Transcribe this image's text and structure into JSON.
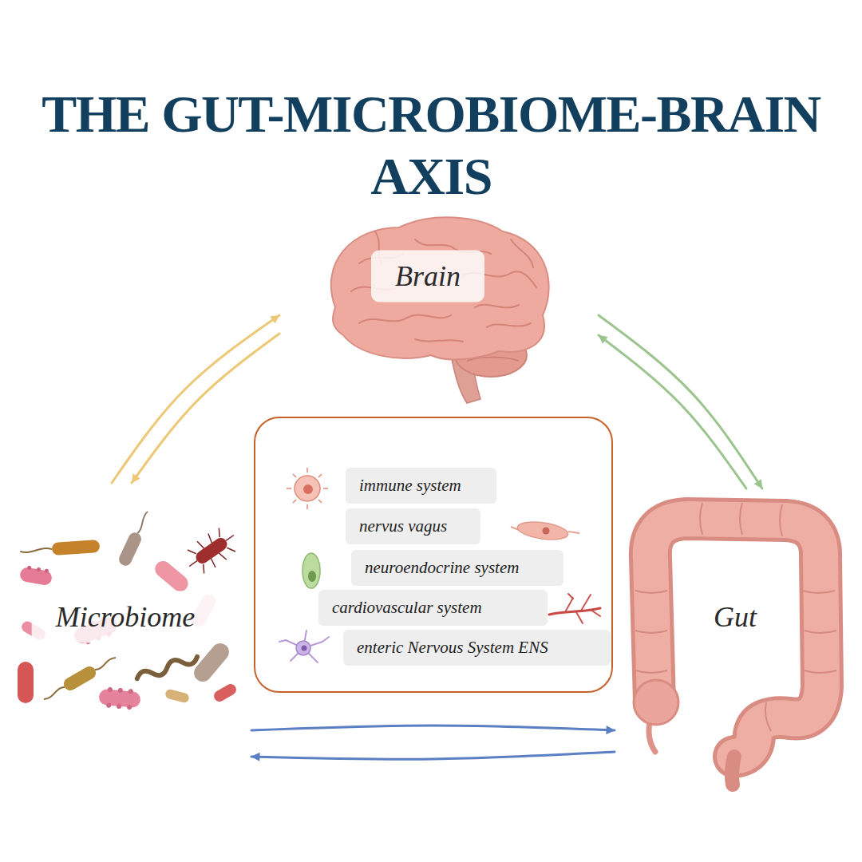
{
  "diagram": {
    "title": "THE GUT-MICROBIOME-BRAIN AXIS",
    "nodes": [
      {
        "text": [
          "Brain"
        ]
      },
      {
        "text": [
          "Microbiome"
        ]
      },
      {
        "text": [
          "Gut"
        ]
      },
      {
        "text": []
      },
      {
        "text": [
          "immune system"
        ],
        "in": 3
      },
      {
        "text": [
          "nervus vagus"
        ],
        "in": 3
      },
      {
        "text": [
          "neuroendocrine system"
        ],
        "in": 3
      },
      {
        "text": [
          "cardiovascular system"
        ],
        "in": 3
      },
      {
        "text": [
          "enteric Nervous System ENS"
        ],
        "in": 3
      }
    ],
    "edges": [
      {
        "from": 1,
        "to": 0,
        "arrow": "to"
      },
      {
        "from": 0,
        "to": 1,
        "arrow": "to"
      },
      {
        "from": 0,
        "to": 2,
        "arrow": "to"
      },
      {
        "from": 2,
        "to": 0,
        "arrow": "to"
      },
      {
        "from": 1,
        "to": 2,
        "arrow": "to"
      },
      {
        "from": 2,
        "to": 1,
        "arrow": "to"
      }
    ]
  }
}
